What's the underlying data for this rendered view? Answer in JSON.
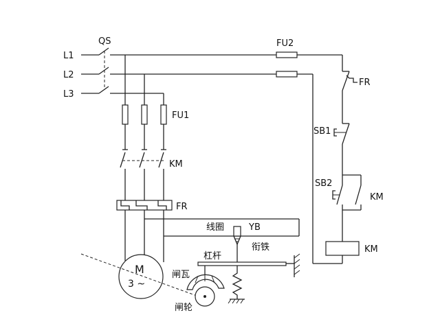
{
  "labels": {
    "l1": "L1",
    "l2": "L2",
    "l3": "L3",
    "qs": "QS",
    "fu1": "FU1",
    "fu2": "FU2",
    "km_main": "KM",
    "fr_main": "FR",
    "fr_ctrl": "FR",
    "sb1": "SB1",
    "sb2": "SB2",
    "km_aux": "KM",
    "km_coil": "KM",
    "yb": "YB",
    "coil_cn": "线圈",
    "armature_cn": "衔铁",
    "lever_cn": "杠杆",
    "shoe_cn": "闸瓦",
    "wheel_cn": "闸轮",
    "motor_m": "M",
    "motor_phase": "3 ~"
  }
}
